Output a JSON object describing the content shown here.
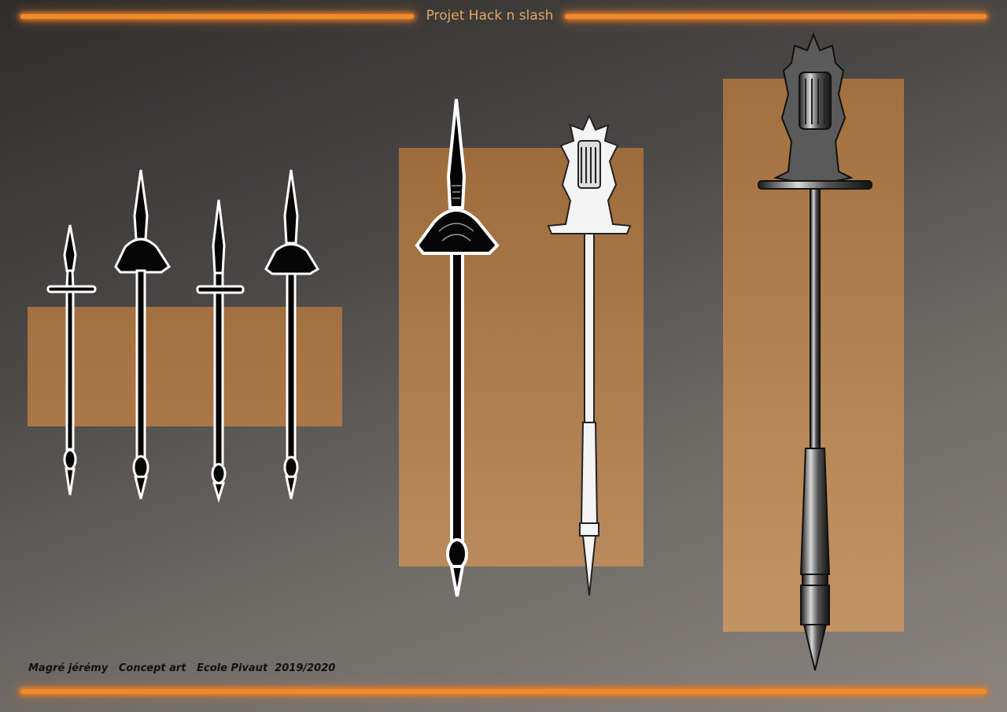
{
  "header": {
    "title": "Projet Hack n slash"
  },
  "footer": {
    "credits": "Magré jérémy   Concept art   Ecole Pivaut  2019/2020"
  },
  "colors": {
    "accent_glow": "#f08a2a",
    "panel_left": "#a87543",
    "panel_mid": "#a9743f",
    "panel_right": "#b0794a",
    "title_text": "#e3a564",
    "silhouette": "#050505",
    "outline": "#ffffff"
  },
  "content": {
    "silhouette_spears": 4,
    "detailed_spears": 2,
    "final_render": 1
  }
}
